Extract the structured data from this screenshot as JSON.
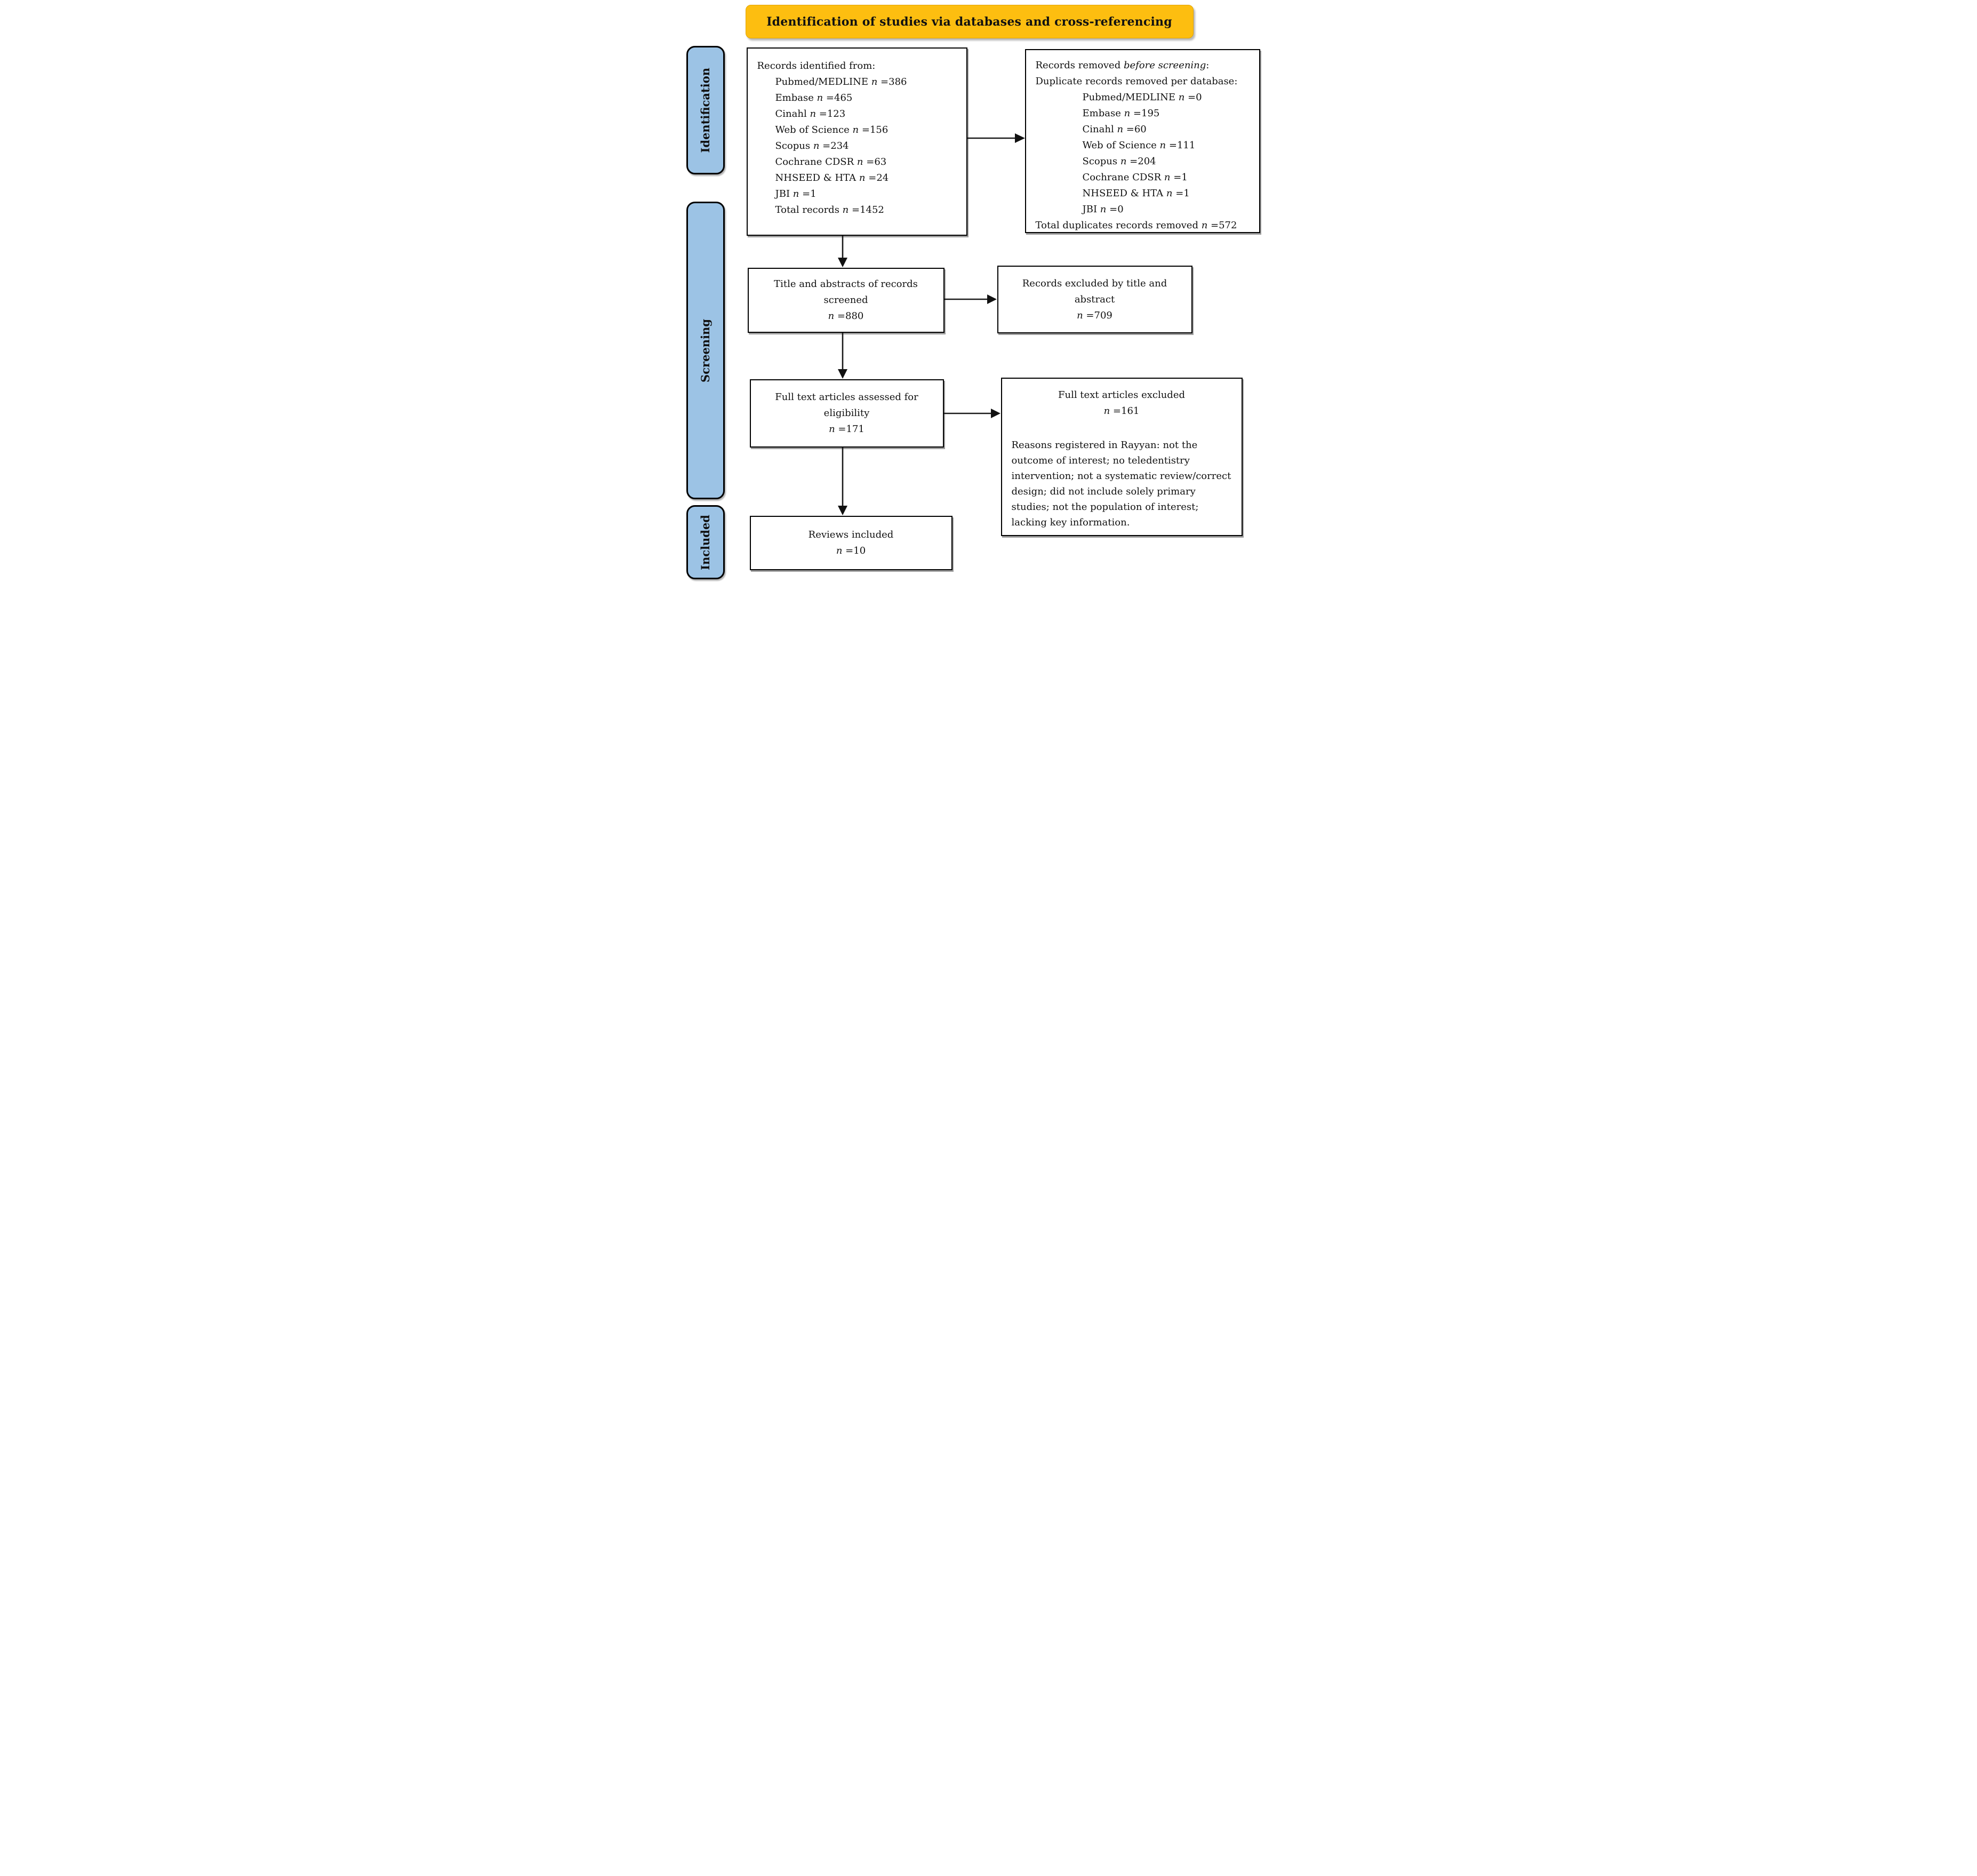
{
  "banner": {
    "title": "Identification of studies via databases and cross-referencing"
  },
  "n_symbol": "n",
  "colors": {
    "banner_bg": "#FDBE10",
    "sidebar_bg": "#9CC3E5",
    "box_border": "#000000",
    "arrow": "#1a1a1a"
  },
  "sidebar": {
    "identification": "Identification",
    "screening": "Screening",
    "included": "Included"
  },
  "boxes": {
    "identified": {
      "heading": "Records identified from:",
      "lines": [
        {
          "label": "Pubmed/MEDLINE",
          "value": " =386"
        },
        {
          "label": "Embase",
          "value": " =465"
        },
        {
          "label": "Cinahl",
          "value": " =123"
        },
        {
          "label": "Web of Science",
          "value": " =156"
        },
        {
          "label": "Scopus",
          "value": " =234"
        },
        {
          "label": "Cochrane CDSR",
          "value": " =63"
        },
        {
          "label": "NHSEED & HTA",
          "value": " =24"
        },
        {
          "label": "JBI",
          "value": " =1"
        },
        {
          "label": "Total records",
          "value": " =1452"
        }
      ]
    },
    "removed": {
      "heading_prefix": "Records removed ",
      "heading_italic": "before screening",
      "heading_colon": ":",
      "subheading": "Duplicate records removed per database:",
      "lines": [
        {
          "label": "Pubmed/MEDLINE",
          "value": " =0"
        },
        {
          "label": "Embase",
          "value": " =195"
        },
        {
          "label": "Cinahl",
          "value": " =60"
        },
        {
          "label": "Web of Science",
          "value": " =111"
        },
        {
          "label": "Scopus",
          "value": " =204"
        },
        {
          "label": "Cochrane CDSR",
          "value": " =1"
        },
        {
          "label": "NHSEED & HTA",
          "value": " =1"
        },
        {
          "label": "JBI",
          "value": " =0"
        }
      ],
      "total_label": "Total duplicates records removed",
      "total_value": " =572"
    },
    "screened": {
      "label": "Title and abstracts of records screened",
      "value": " =880"
    },
    "excluded_title_abstract": {
      "label": "Records excluded by title and abstract",
      "value": " =709"
    },
    "fulltext_assessed": {
      "label": "Full text articles assessed for eligibility",
      "value": " =171"
    },
    "fulltext_excluded": {
      "label": "Full text articles excluded",
      "value": " =161",
      "reasons": "Reasons registered in Rayyan: not the outcome of interest; no teledentistry intervention; not a systematic review/correct design; did not include solely primary studies; not the population of interest; lacking key information."
    },
    "included": {
      "label": "Reviews included",
      "value": " =10"
    }
  }
}
